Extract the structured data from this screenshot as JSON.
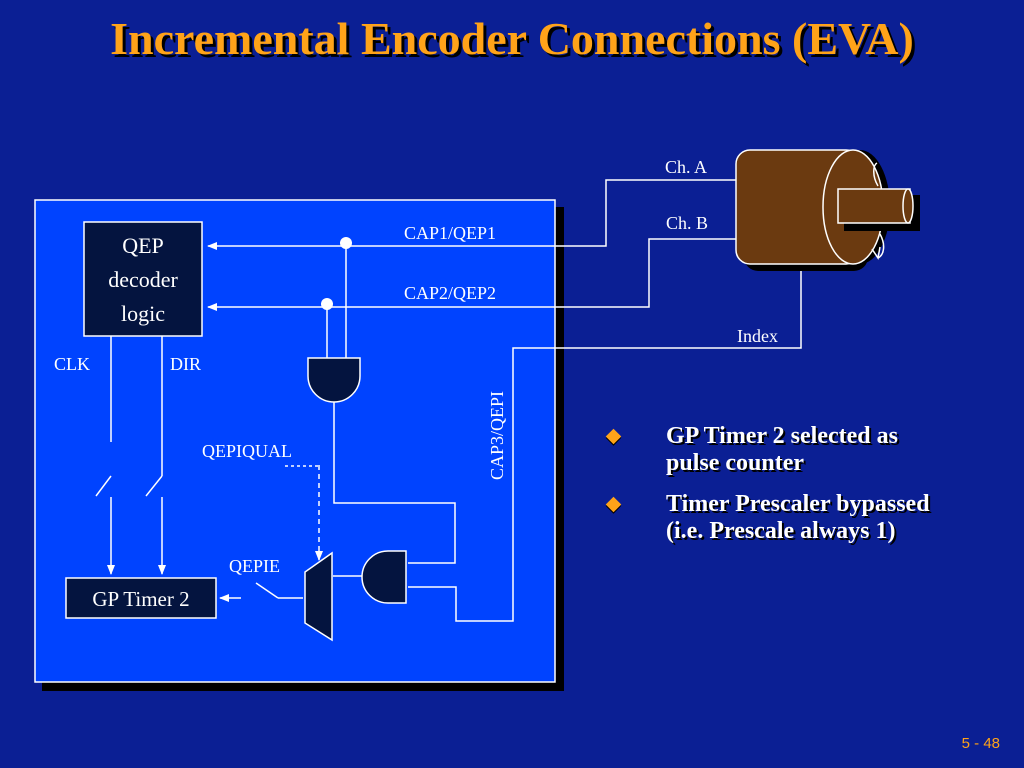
{
  "slide": {
    "title": "Incremental Encoder Connections (EVA)",
    "page_number": "5 - 48"
  },
  "diagram": {
    "qep_box": [
      "QEP",
      "decoder",
      "logic"
    ],
    "gp_timer_box": "GP Timer 2",
    "labels": {
      "ch_a": "Ch. A",
      "ch_b": "Ch. B",
      "index": "Index",
      "cap1": "CAP1/QEP1",
      "cap2": "CAP2/QEP2",
      "cap3": "CAP3/QEPI",
      "clk": "CLK",
      "dir": "DIR",
      "qepiqual": "QEPIQUAL",
      "qepie": "QEPIE"
    }
  },
  "bullets": [
    {
      "lines": [
        "GP Timer 2 selected as",
        "pulse counter"
      ]
    },
    {
      "lines": [
        "Timer Prescaler bypassed",
        "(i.e. Prescale always 1)"
      ]
    }
  ],
  "colors": {
    "background": "#0b1f94",
    "panel": "#0043ff",
    "accent": "#ffa319",
    "encoder_body": "#6b3a10",
    "gate_fill": "#04143f"
  }
}
